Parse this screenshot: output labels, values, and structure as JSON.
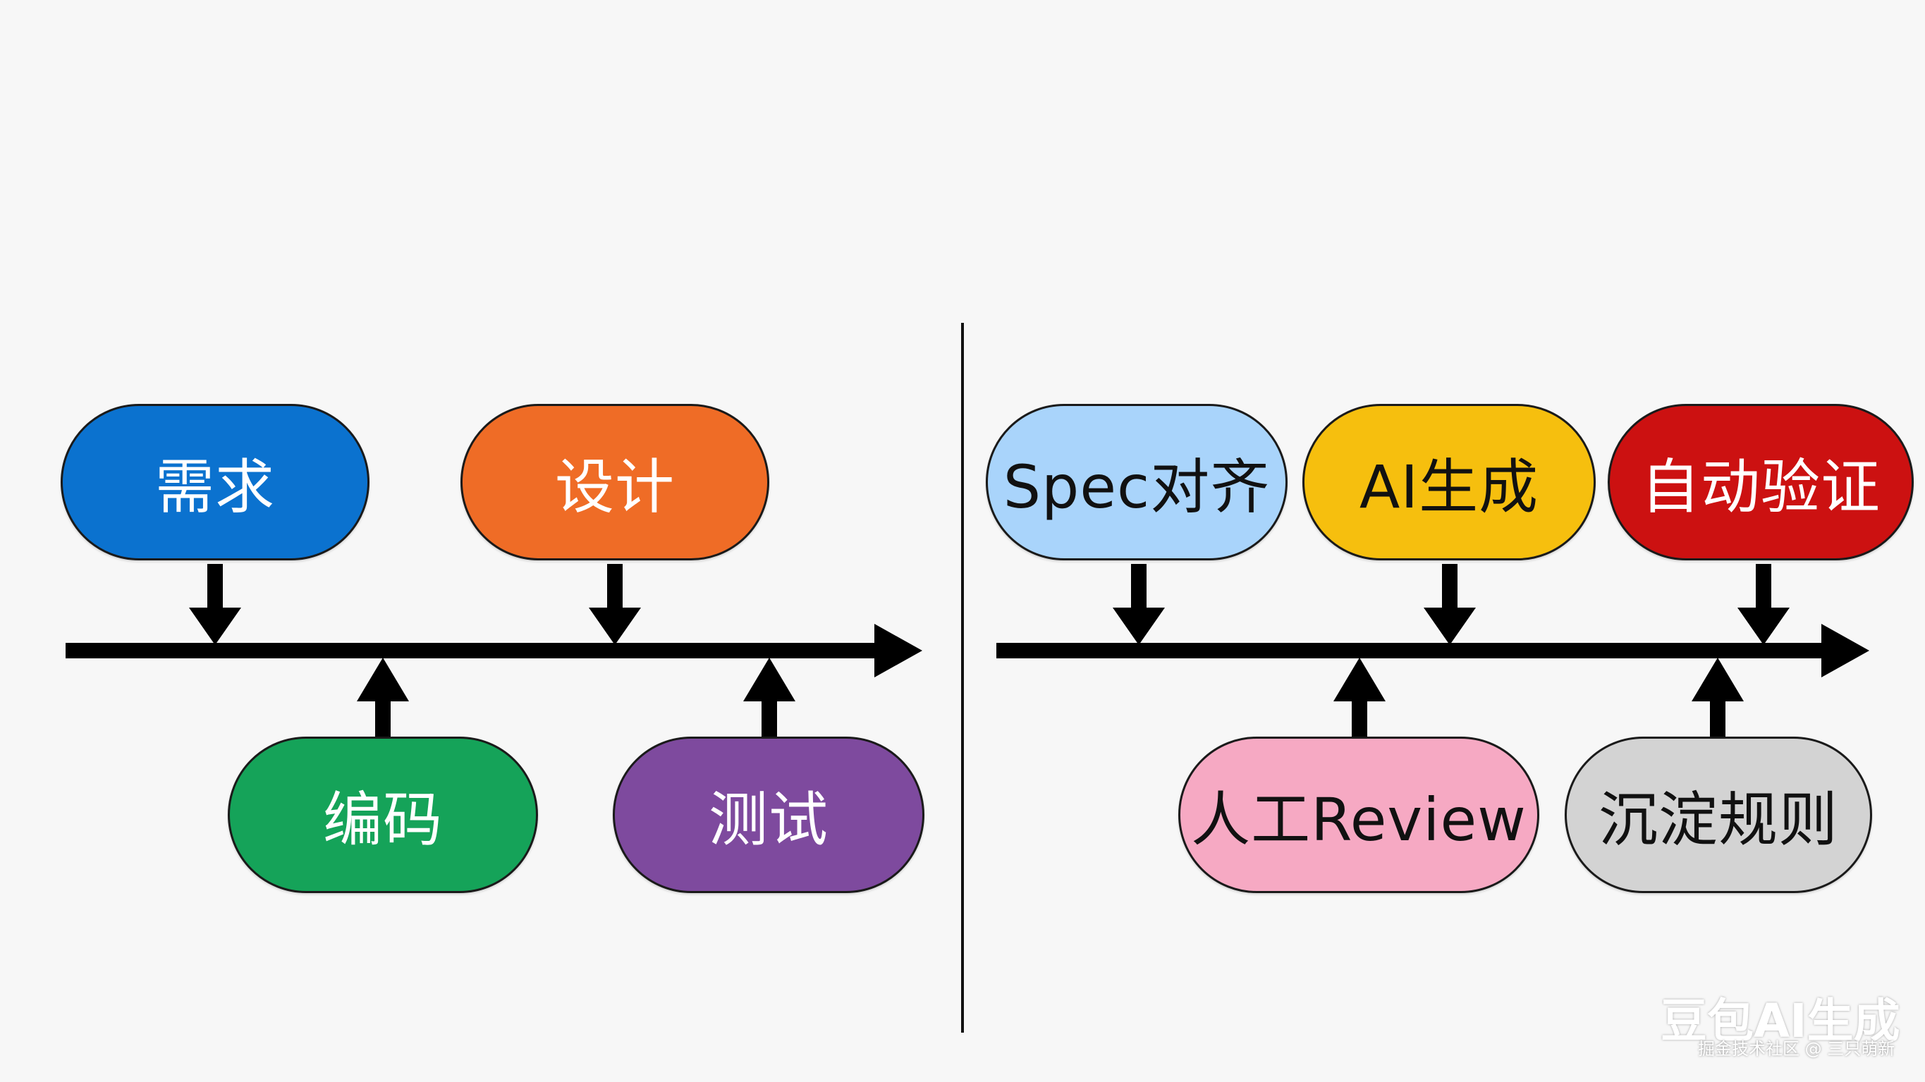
{
  "left_flow": {
    "top_nodes": [
      {
        "label": "需求",
        "color": "#0b72cf",
        "text_color": "#ffffff"
      },
      {
        "label": "设计",
        "color": "#ef6c26",
        "text_color": "#ffffff"
      }
    ],
    "bottom_nodes": [
      {
        "label": "编码",
        "color": "#15a359",
        "text_color": "#ffffff"
      },
      {
        "label": "测试",
        "color": "#7e4a9e",
        "text_color": "#ffffff"
      }
    ]
  },
  "right_flow": {
    "top_nodes": [
      {
        "label": "Spec对齐",
        "color": "#a9d4fb",
        "text_color": "#111111"
      },
      {
        "label": "AI生成",
        "color": "#f6bf0e",
        "text_color": "#111111"
      },
      {
        "label": "自动验证",
        "color": "#cc1111",
        "text_color": "#ffffff"
      }
    ],
    "bottom_nodes": [
      {
        "label": "人工Review",
        "color": "#f6a9c3",
        "text_color": "#111111"
      },
      {
        "label": "沉淀规则",
        "color": "#d3d3d3",
        "text_color": "#111111"
      }
    ]
  },
  "watermark": {
    "brand": "豆包AI生成",
    "credit": "掘金技术社区 @ 三只萌新"
  }
}
